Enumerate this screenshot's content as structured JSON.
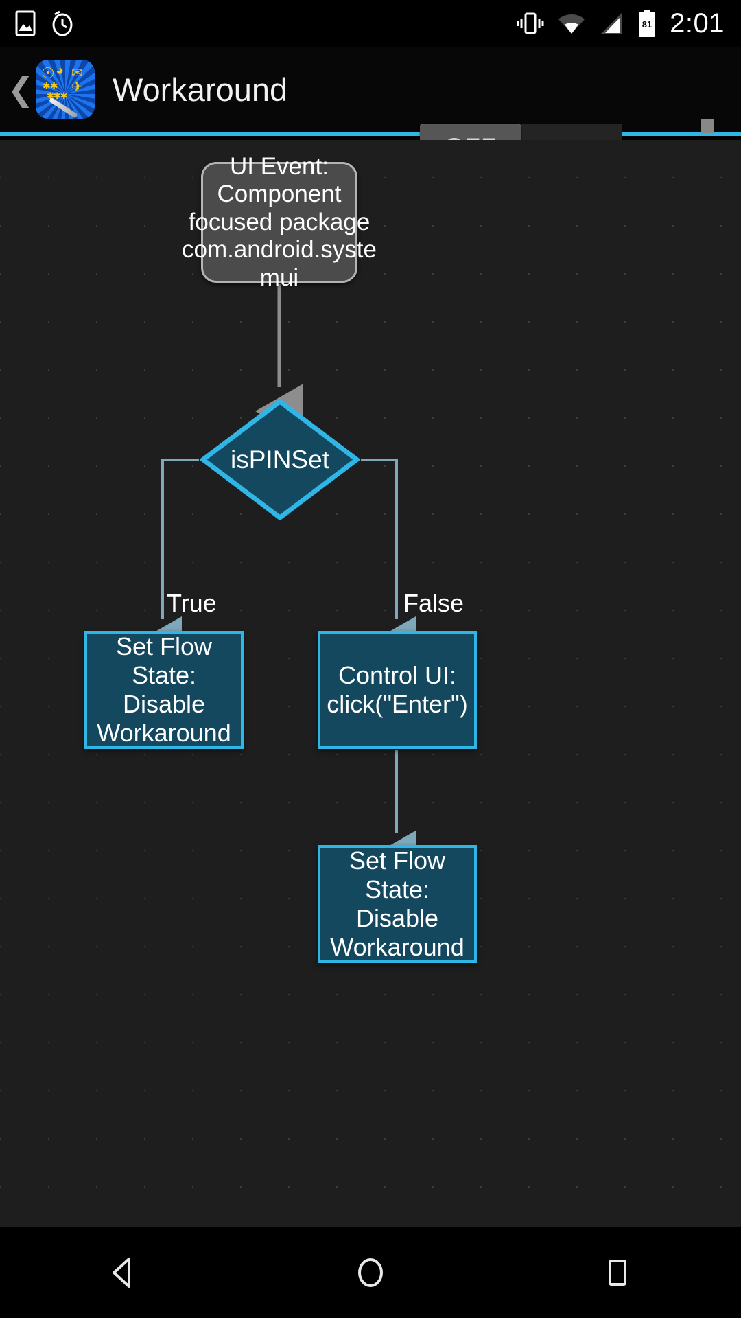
{
  "status_bar": {
    "icons": [
      "image-icon",
      "alarm-icon",
      "vibrate-icon",
      "wifi-icon",
      "signal-icon",
      "battery-icon"
    ],
    "battery_level": "81",
    "time": "2:01"
  },
  "action_bar": {
    "back_label": "❮",
    "app_icon_name": "workaround-app-icon",
    "title": "Workaround",
    "toggle": {
      "label": "OFF",
      "state": "off"
    },
    "overflow_label": "overflow-menu"
  },
  "colors": {
    "accent": "#2fb5e6",
    "node_fill": "#14485e",
    "event_fill": "#4b4b4b",
    "event_border": "#b4b4b4",
    "canvas": "#1e1e1e",
    "arrow_grey": "#8d8d8d",
    "arrow_blue": "#7fa8bb"
  },
  "flowchart": {
    "nodes": [
      {
        "id": "event",
        "type": "event",
        "label": "UI Event:\nComponent\nfocused package\ncom.android.syste\nmui"
      },
      {
        "id": "decision",
        "type": "decision",
        "label": "isPINSet"
      },
      {
        "id": "true_box",
        "type": "action",
        "label": "Set Flow State:\nDisable\nWorkaround"
      },
      {
        "id": "false_box",
        "type": "action",
        "label": "Control UI:\nclick(\"Enter\")"
      },
      {
        "id": "end_box",
        "type": "action",
        "label": "Set Flow State:\nDisable\nWorkaround"
      }
    ],
    "edges": [
      {
        "from": "event",
        "to": "decision",
        "label": ""
      },
      {
        "from": "decision",
        "to": "true_box",
        "label": "True"
      },
      {
        "from": "decision",
        "to": "false_box",
        "label": "False"
      },
      {
        "from": "false_box",
        "to": "end_box",
        "label": ""
      }
    ]
  },
  "nav_bar": {
    "back": "back-button",
    "home": "home-button",
    "recents": "recents-button"
  }
}
